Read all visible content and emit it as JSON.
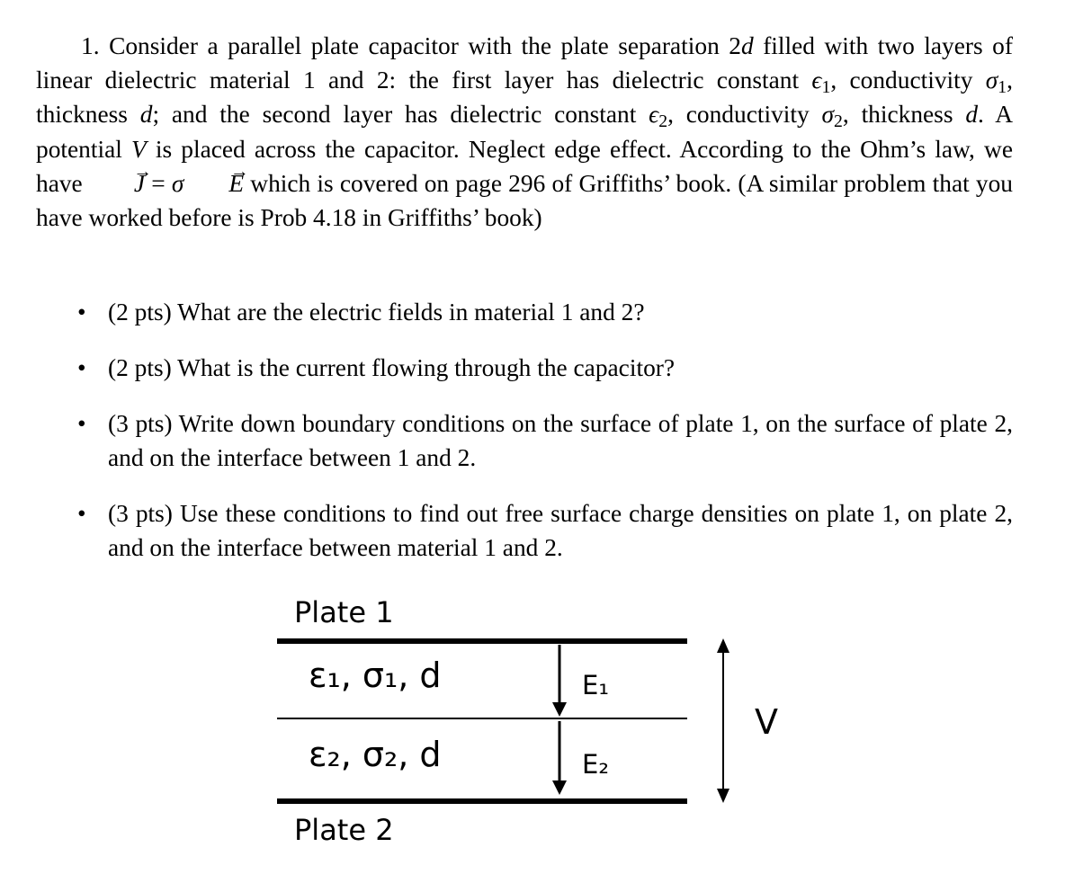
{
  "problem": {
    "number": "1.",
    "text_a": "Consider a parallel plate capacitor with the plate separation 2",
    "sep_var": "d",
    "text_b": " filled with two layers of linear dielectric material 1 and 2: the first layer has dielectric constant ",
    "eps": "ϵ",
    "sigma": "σ",
    "sub1": "1",
    "sub2": "2",
    "comma_cond": ", conductivity ",
    "comma_thick": ", thickness ",
    "d": "d",
    "text_c": "; and the second layer has dielectric constant ",
    "text_d": ". A potential ",
    "V": "V",
    "text_e": " is placed across the capacitor. Neglect edge effect. According to the Ohm’s law, we have ",
    "J": "J",
    "eq": " = ",
    "E": "E",
    "text_f": " which is covered on page 296 of Griffiths’ book. (A similar problem that you have worked before is Prob 4.18 in Griffiths’ book)"
  },
  "parts": [
    {
      "bullet": "•",
      "text": "(2 pts) What are the electric fields in material 1 and 2?"
    },
    {
      "bullet": "•",
      "text": "(2 pts) What is the current flowing through the capacitor?"
    },
    {
      "bullet": "•",
      "text": "(3 pts) Write down boundary conditions on the surface of plate 1, on the surface of plate 2, and on the interface between 1 and 2."
    },
    {
      "bullet": "•",
      "text": "(3 pts) Use these conditions to find out free surface charge densities on plate 1, on plate 2, and on the interface between material 1 and 2."
    }
  ],
  "figure": {
    "plate1": "Plate 1",
    "plate2": "Plate 2",
    "layer1_label": "ε₁, σ₁, d",
    "layer2_label": "ε₂, σ₂, d",
    "field1": "E₁",
    "field2": "E₂",
    "voltage": "V"
  }
}
